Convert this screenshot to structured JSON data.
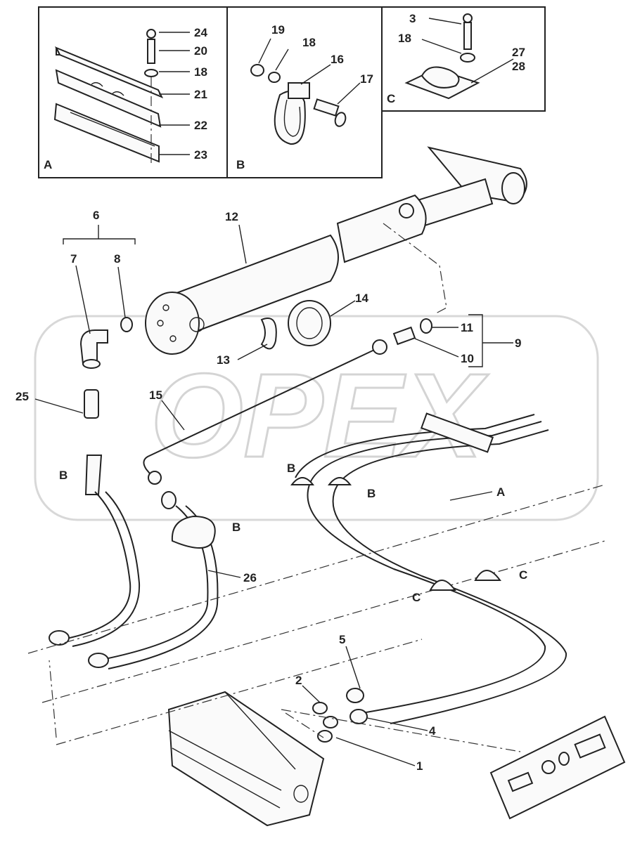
{
  "watermark": "OPEX",
  "insets": {
    "a": {
      "letter": "A",
      "callouts": [
        "24",
        "20",
        "18",
        "21",
        "22",
        "23"
      ]
    },
    "b": {
      "letter": "B",
      "callouts": [
        "19",
        "18",
        "16",
        "17"
      ]
    },
    "c": {
      "letter": "C",
      "callouts": [
        "3",
        "18",
        "27",
        "28"
      ]
    }
  },
  "callouts": {
    "c1": "1",
    "c2": "2",
    "c4": "4",
    "c5": "5",
    "c6": "6",
    "c7": "7",
    "c8": "8",
    "c9": "9",
    "c10": "10",
    "c11": "11",
    "c12": "12",
    "c13": "13",
    "c14": "14",
    "c15": "15",
    "c25": "25",
    "c26": "26"
  },
  "clamp_letters": {
    "b1": "B",
    "b2": "B",
    "b3": "B",
    "b4": "B",
    "a1": "A",
    "cc1": "C",
    "cc2": "C"
  }
}
